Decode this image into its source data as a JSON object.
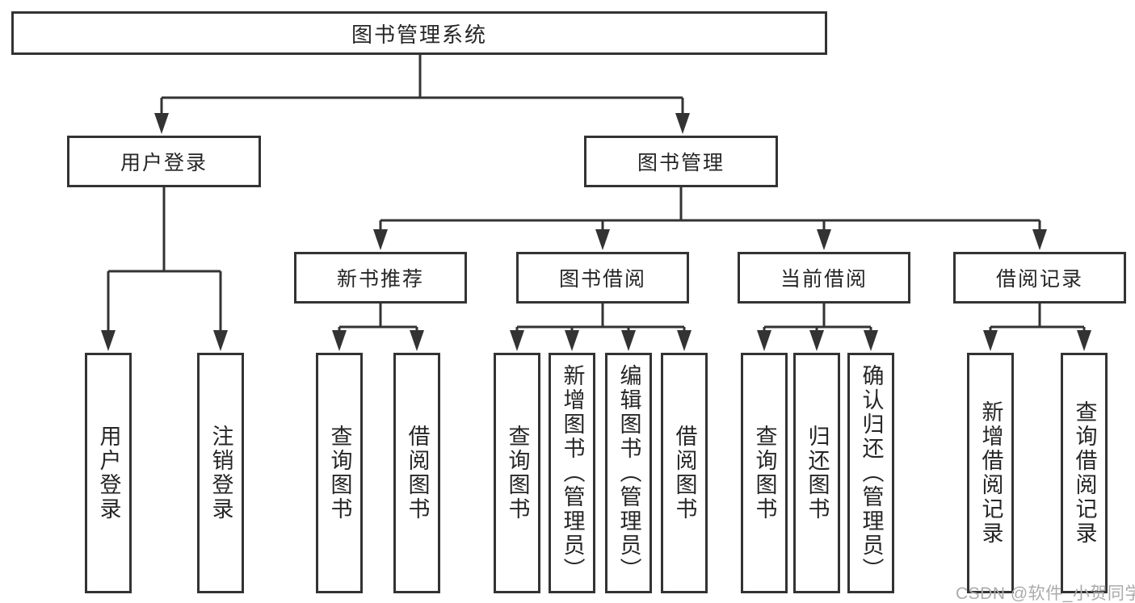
{
  "title": "图书管理系统",
  "level2": {
    "user_login": "用户登录",
    "book_management": "图书管理"
  },
  "level3": {
    "new_book_recommend": "新书推荐",
    "book_borrow": "图书借阅",
    "current_borrow": "当前借阅",
    "borrow_records": "借阅记录"
  },
  "leaves": {
    "user": [
      "用户登录",
      "注销登录"
    ],
    "recommend": [
      "查询图书",
      "借阅图书"
    ],
    "borrow": [
      "查询图书",
      "新增图书（管理员）",
      "编辑图书（管理员）",
      "借阅图书"
    ],
    "current": [
      "查询图书",
      "归还图书",
      "确认归还（管理员）"
    ],
    "records": [
      "新增借阅记录",
      "查询借阅记录"
    ]
  },
  "watermark": "CSDN @软件_小贺同学",
  "colors": {
    "line": "#333333",
    "text": "#262626",
    "watermark": "#ababab"
  }
}
